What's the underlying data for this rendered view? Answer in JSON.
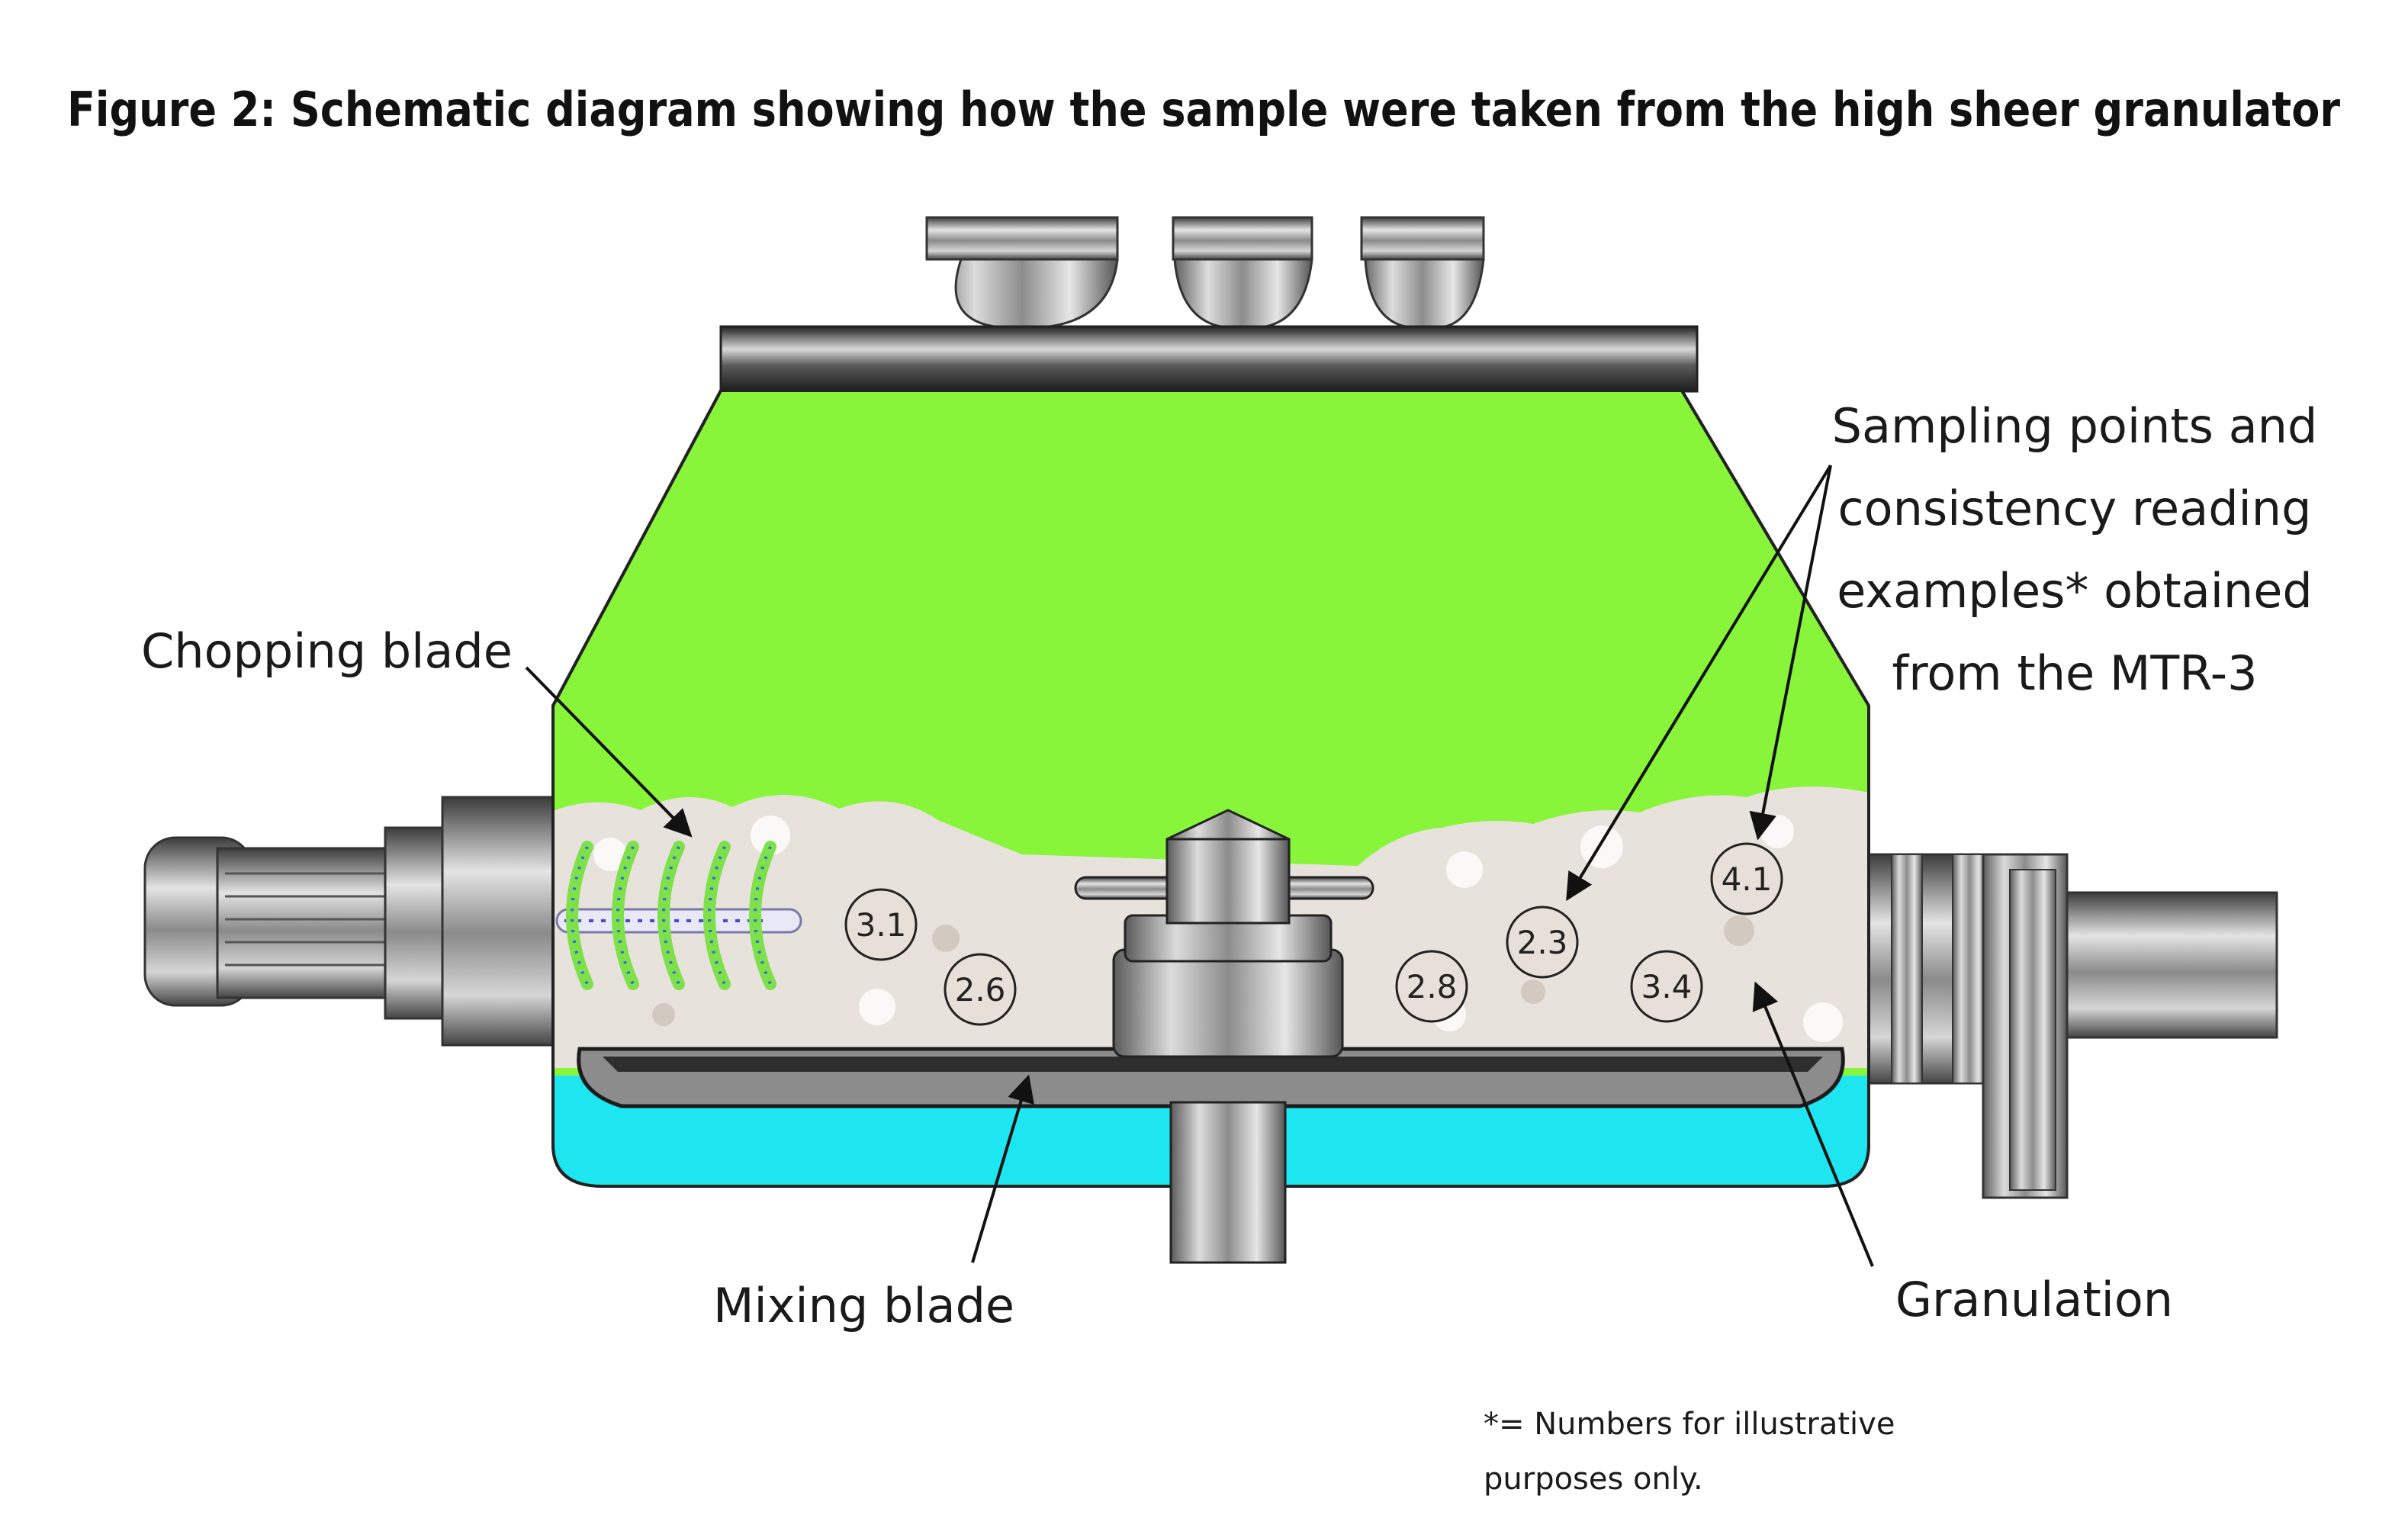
{
  "title": "Figure 2: Schematic diagram showing how the sample were taken from the high sheer granulator",
  "labels": {
    "chopping_blade": "Chopping blade",
    "mixing_blade": "Mixing blade",
    "granulation": "Granulation",
    "sampling_lines": [
      "Sampling points and",
      "consistency reading",
      "examples* obtained",
      "from the MTR-3"
    ]
  },
  "footnote_lines": [
    "*= Numbers for illustrative",
    "purposes only."
  ],
  "sampling_points": [
    "3.1",
    "2.6",
    "2.8",
    "2.3",
    "3.4",
    "4.1"
  ],
  "colors": {
    "bowl_fill": "#88f53a",
    "jacket": "#1ee6f0",
    "granulation": "#e8e2dc",
    "metal": "#9a9a9a",
    "chopper_blade": "#7ee04a"
  }
}
